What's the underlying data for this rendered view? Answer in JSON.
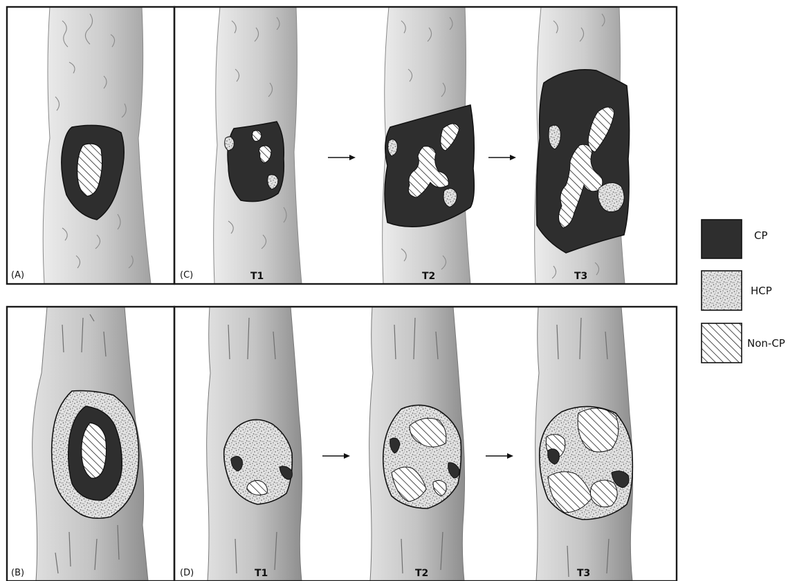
{
  "panels": {
    "a": {
      "label": "(A)"
    },
    "b": {
      "label": "(B)"
    },
    "c": {
      "label": "(C)",
      "stages": [
        "T1",
        "T2",
        "T3"
      ]
    },
    "d": {
      "label": "(D)",
      "stages": [
        "T1",
        "T2",
        "T3"
      ]
    }
  },
  "legend": {
    "items": [
      {
        "key": "cp",
        "label": "CP"
      },
      {
        "key": "hcp",
        "label": "HCP"
      },
      {
        "key": "noncp",
        "label": "Non-CP"
      }
    ]
  },
  "colors": {
    "cp": "#2e2e2e",
    "bark": "#cfcfcf",
    "bark_dark": "#9c9c9c",
    "border": "#1a1a1a"
  }
}
